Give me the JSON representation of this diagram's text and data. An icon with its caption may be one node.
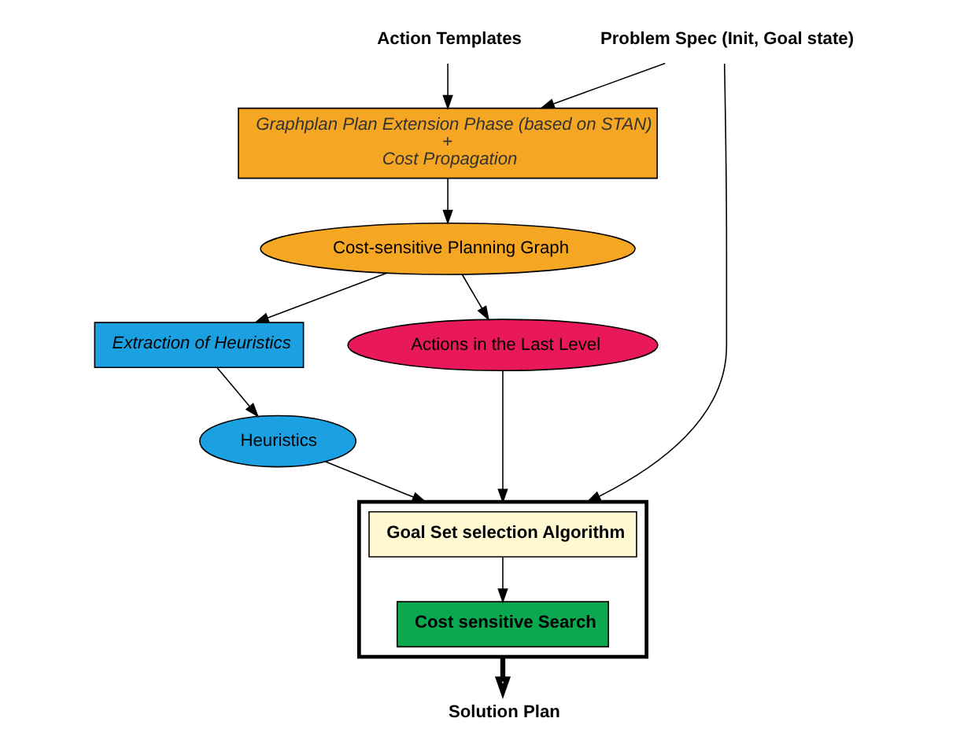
{
  "diagram": {
    "nodes": [
      {
        "text": [
          "Action Templates"
        ]
      },
      {
        "text": [
          "Graphplan Plan Extension Phase (based on STAN)",
          "+",
          "Cost Propagation"
        ]
      },
      {
        "text": [
          "Cost-sensitive Planning Graph"
        ]
      },
      {
        "text": [
          "Extraction of Heuristics"
        ]
      },
      {
        "text": [
          "Actions in the Last Level"
        ]
      },
      {
        "text": [
          "Heuristics"
        ]
      },
      {
        "text": [
          "Problem Spec (Init, Goal state)"
        ]
      },
      {
        "text": [],
        "shape": "box"
      },
      {
        "text": [
          "Goal Set selection Algorithm"
        ],
        "in": 7
      },
      {
        "text": [
          "Cost sensitive Search"
        ],
        "in": 7
      },
      {
        "text": [
          "Solution Plan"
        ]
      }
    ],
    "edges": [
      {
        "from": 0,
        "to": 1,
        "arrow": "to"
      },
      {
        "from": 6,
        "to": 1,
        "arrow": "to"
      },
      {
        "from": 1,
        "to": 2,
        "arrow": "to"
      },
      {
        "from": 2,
        "to": 3,
        "arrow": "to"
      },
      {
        "from": 2,
        "to": 4,
        "arrow": "to"
      },
      {
        "from": 3,
        "to": 5,
        "arrow": "to"
      },
      {
        "from": 4,
        "to": 7,
        "arrow": "to"
      },
      {
        "from": 5,
        "to": 7,
        "arrow": "to"
      },
      {
        "from": 6,
        "to": 7,
        "arrow": "to"
      },
      {
        "from": 8,
        "to": 9,
        "arrow": "to"
      },
      {
        "from": 7,
        "to": 10,
        "arrow": "to",
        "style": "thick"
      }
    ]
  }
}
